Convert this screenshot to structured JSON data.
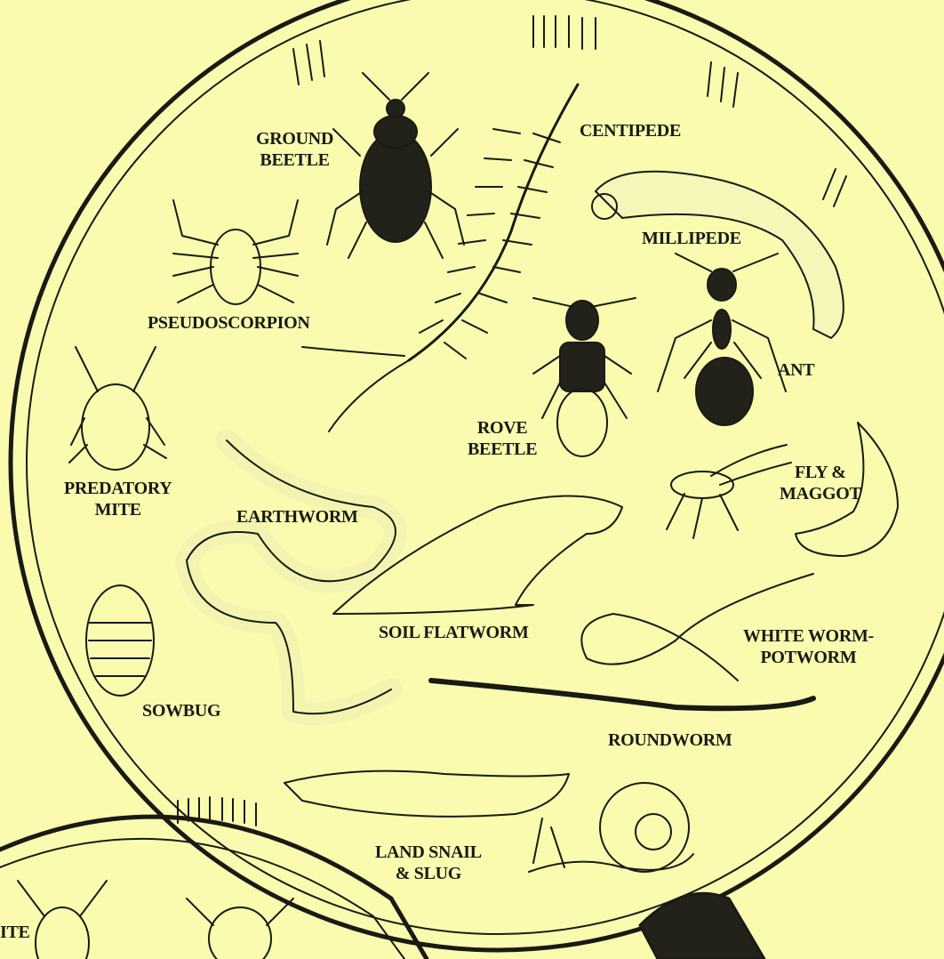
{
  "labels": {
    "ground_beetle": "GROUND\nBEETLE",
    "centipede": "CENTIPEDE",
    "millipede": "MILLIPEDE",
    "pseudoscorpion": "PSEUDOSCORPION",
    "ant": "ANT",
    "rove_beetle": "ROVE\nBEETLE",
    "predatory_mite": "PREDATORY\nMITE",
    "earthworm": "EARTHWORM",
    "fly_maggot": "FLY &\nMAGGOT",
    "soil_flatworm": "SOIL FLATWORM",
    "white_worm": "WHITE WORM-\nPOTWORM",
    "sowbug": "SOWBUG",
    "roundworm": "ROUNDWORM",
    "land_snail_slug": "LAND SNAIL\n& SLUG",
    "partial_mite": "ITE"
  },
  "colors": {
    "background": "#fbfbb0",
    "ink": "#1a1a14"
  },
  "icons": [
    "magnifying-glass-lens-icon",
    "magnifying-glass-handle-icon"
  ]
}
